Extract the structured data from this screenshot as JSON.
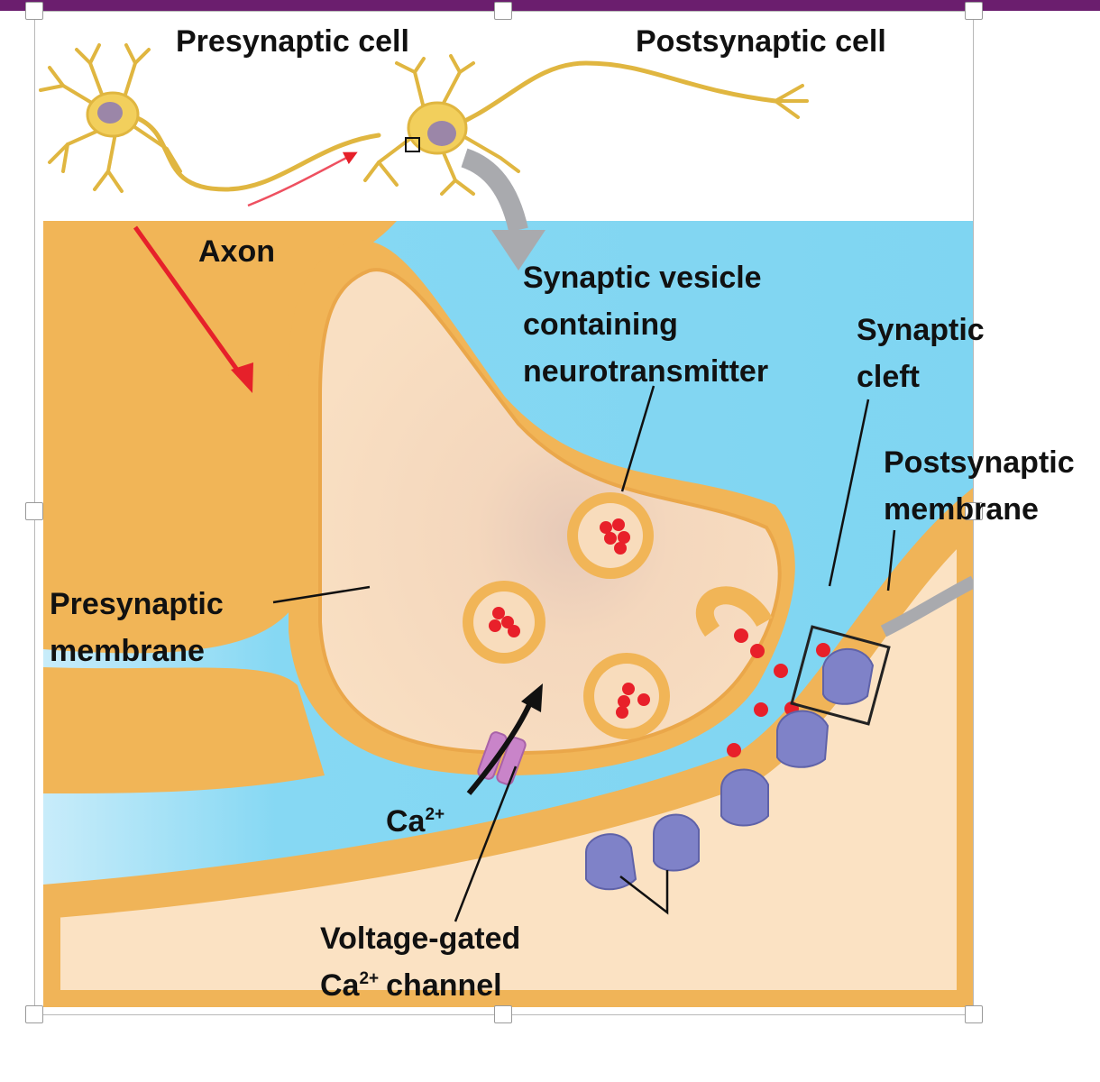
{
  "labels": {
    "presynaptic_cell": "Presynaptic cell",
    "postsynaptic_cell": "Postsynaptic cell",
    "axon": "Axon",
    "vesicle": [
      "Synaptic vesicle",
      "containing",
      "neurotransmitter"
    ],
    "cleft": [
      "Synaptic",
      "cleft"
    ],
    "post_membrane": [
      "Postsynaptic",
      "membrane"
    ],
    "pre_membrane": [
      "Presynaptic",
      "membrane"
    ],
    "ca_ion": {
      "base": "Ca",
      "sup": "2+"
    },
    "channel": {
      "line1": "Voltage-gated",
      "base": "Ca",
      "sup": "2+",
      "tail": "channel"
    }
  },
  "colors": {
    "extracellular": "#86d8f3",
    "neuron": "#f1b557",
    "terminal_interior": "#f8dcbc",
    "postsynaptic_interior": "#fbe2c3",
    "receptor": "#7f82c8",
    "neurotransmitter": "#e8202a",
    "signal_arrow": "#e6202a",
    "ca_channel": "#c984c9",
    "callout_arrow": "#a9aaae",
    "title_bar": "#6b1e6e"
  }
}
